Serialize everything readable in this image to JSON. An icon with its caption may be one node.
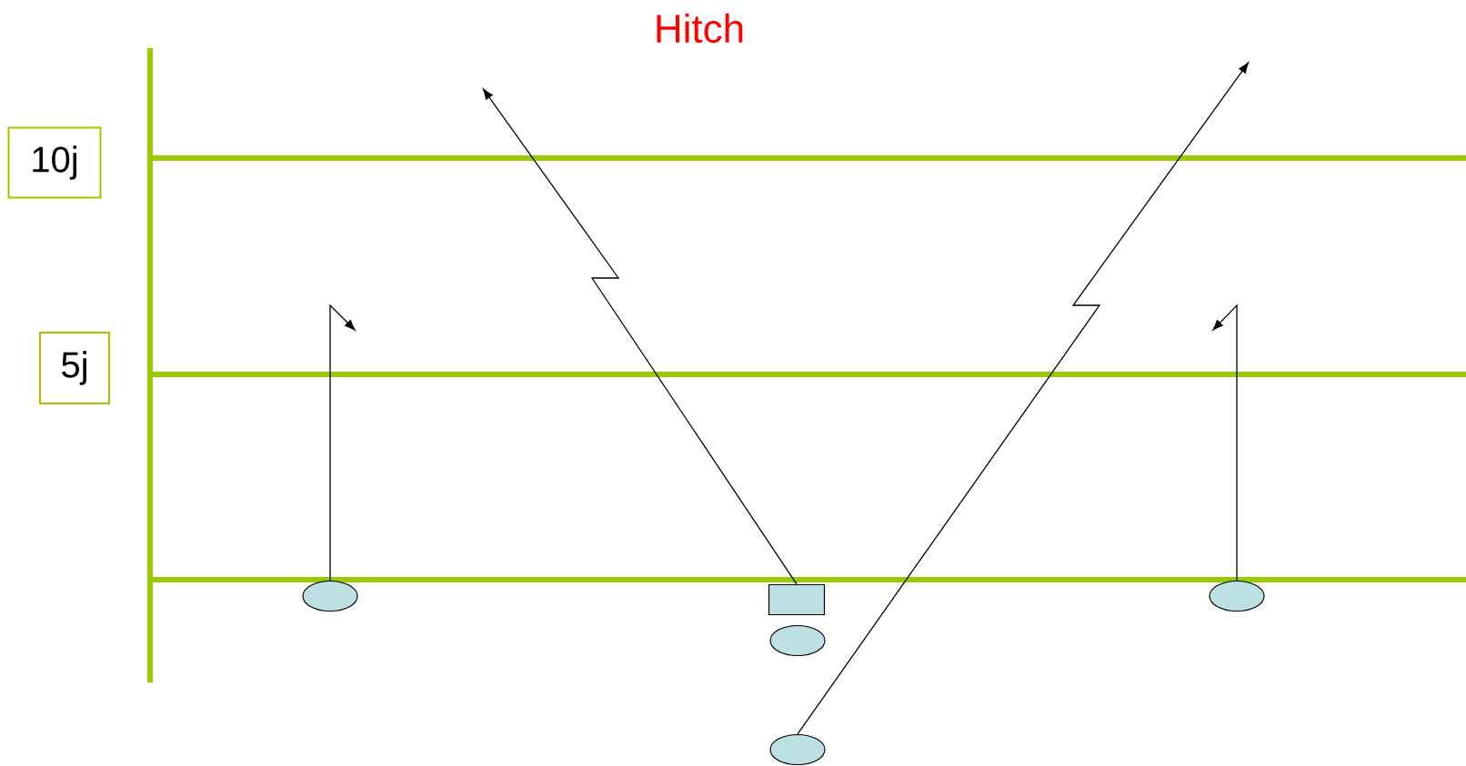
{
  "diagram": {
    "title": "Hitch",
    "nodes": [
      {
        "text": [
          "10j"
        ]
      },
      {
        "text": [
          "5j"
        ]
      },
      {
        "text": [],
        "shape": "ellipse"
      },
      {
        "text": [],
        "shape": "box"
      },
      {
        "text": [],
        "shape": "ellipse"
      },
      {
        "text": [],
        "shape": "ellipse"
      },
      {
        "text": [],
        "shape": "ellipse"
      }
    ],
    "edges": [
      {
        "from": 2,
        "to": null,
        "arrow": "to"
      },
      {
        "from": 3,
        "to": null,
        "arrow": "to"
      },
      {
        "from": 5,
        "to": null,
        "arrow": "to"
      },
      {
        "from": 6,
        "to": null,
        "arrow": "to"
      }
    ]
  }
}
